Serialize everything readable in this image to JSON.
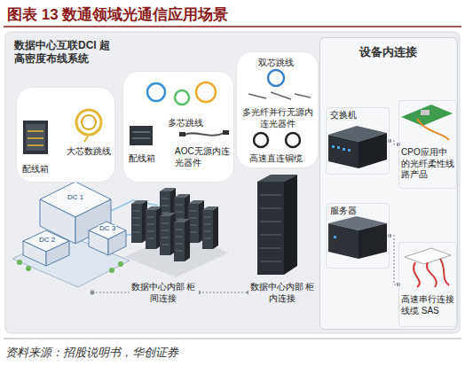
{
  "diagram": {
    "title": "图表 13 数通领域光通信应用场景",
    "caption": "资料来源：招股说明书，华创证券",
    "nodes": [
      {
        "text": [
          "配线箱",
          "大芯数跳线"
        ]
      },
      {
        "text": [
          "配线箱",
          "多芯跳线",
          "AOC无源内连光器件"
        ]
      },
      {
        "text": [
          "双芯跳线",
          "多光纤并行无源内连光器件",
          "高速直连铜缆"
        ]
      },
      {
        "text": [
          "数据中心内部 柜间连接"
        ]
      },
      {
        "text": [
          "数据中心内部 柜内连接"
        ]
      },
      {
        "text": [
          "设备内连接"
        ]
      },
      {
        "text": [
          "交换机"
        ],
        "in": 5
      },
      {
        "text": [
          "CPO应用中的光纤柔性线路产品"
        ],
        "in": 5
      },
      {
        "text": [
          "服务器"
        ],
        "in": 5
      },
      {
        "text": [
          "高速串行连接线缆 SAS"
        ],
        "in": 5
      }
    ],
    "edges": [
      {
        "from": 3,
        "to": 4,
        "arrow": "none"
      },
      {
        "from": 6,
        "to": 7,
        "arrow": "none"
      },
      {
        "from": 8,
        "to": 9,
        "arrow": "none"
      }
    ],
    "labels": [
      "数据中心互联DCI 超高密度布线系统",
      "DC 1",
      "DC 2",
      "DC 3"
    ]
  }
}
